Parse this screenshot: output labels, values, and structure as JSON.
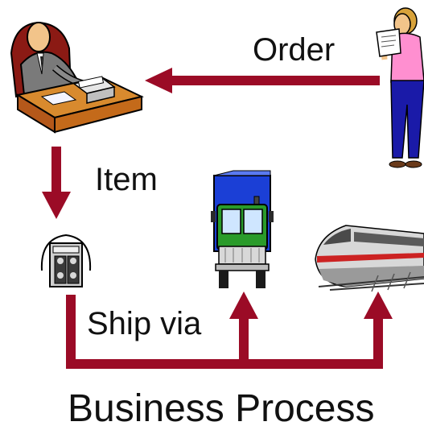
{
  "labels": {
    "order": "Order",
    "item": "Item",
    "ship_via": "Ship via",
    "title": "Business Process"
  },
  "nodes": [
    {
      "icon": "businessman-at-desk-icon"
    },
    {
      "icon": "customer-woman-icon"
    },
    {
      "icon": "cassette-player-icon"
    },
    {
      "icon": "delivery-truck-icon"
    },
    {
      "icon": "passenger-train-icon"
    }
  ],
  "colors": {
    "arrow": "#9b0b26",
    "suit": "#707070",
    "desk": "#c46a1a",
    "truck_box": "#1b3fd6",
    "truck_cab": "#2a9b2a",
    "train_stripe": "#cc2222",
    "pants": "#1a1aa8",
    "blouse": "#ff8fd0"
  }
}
